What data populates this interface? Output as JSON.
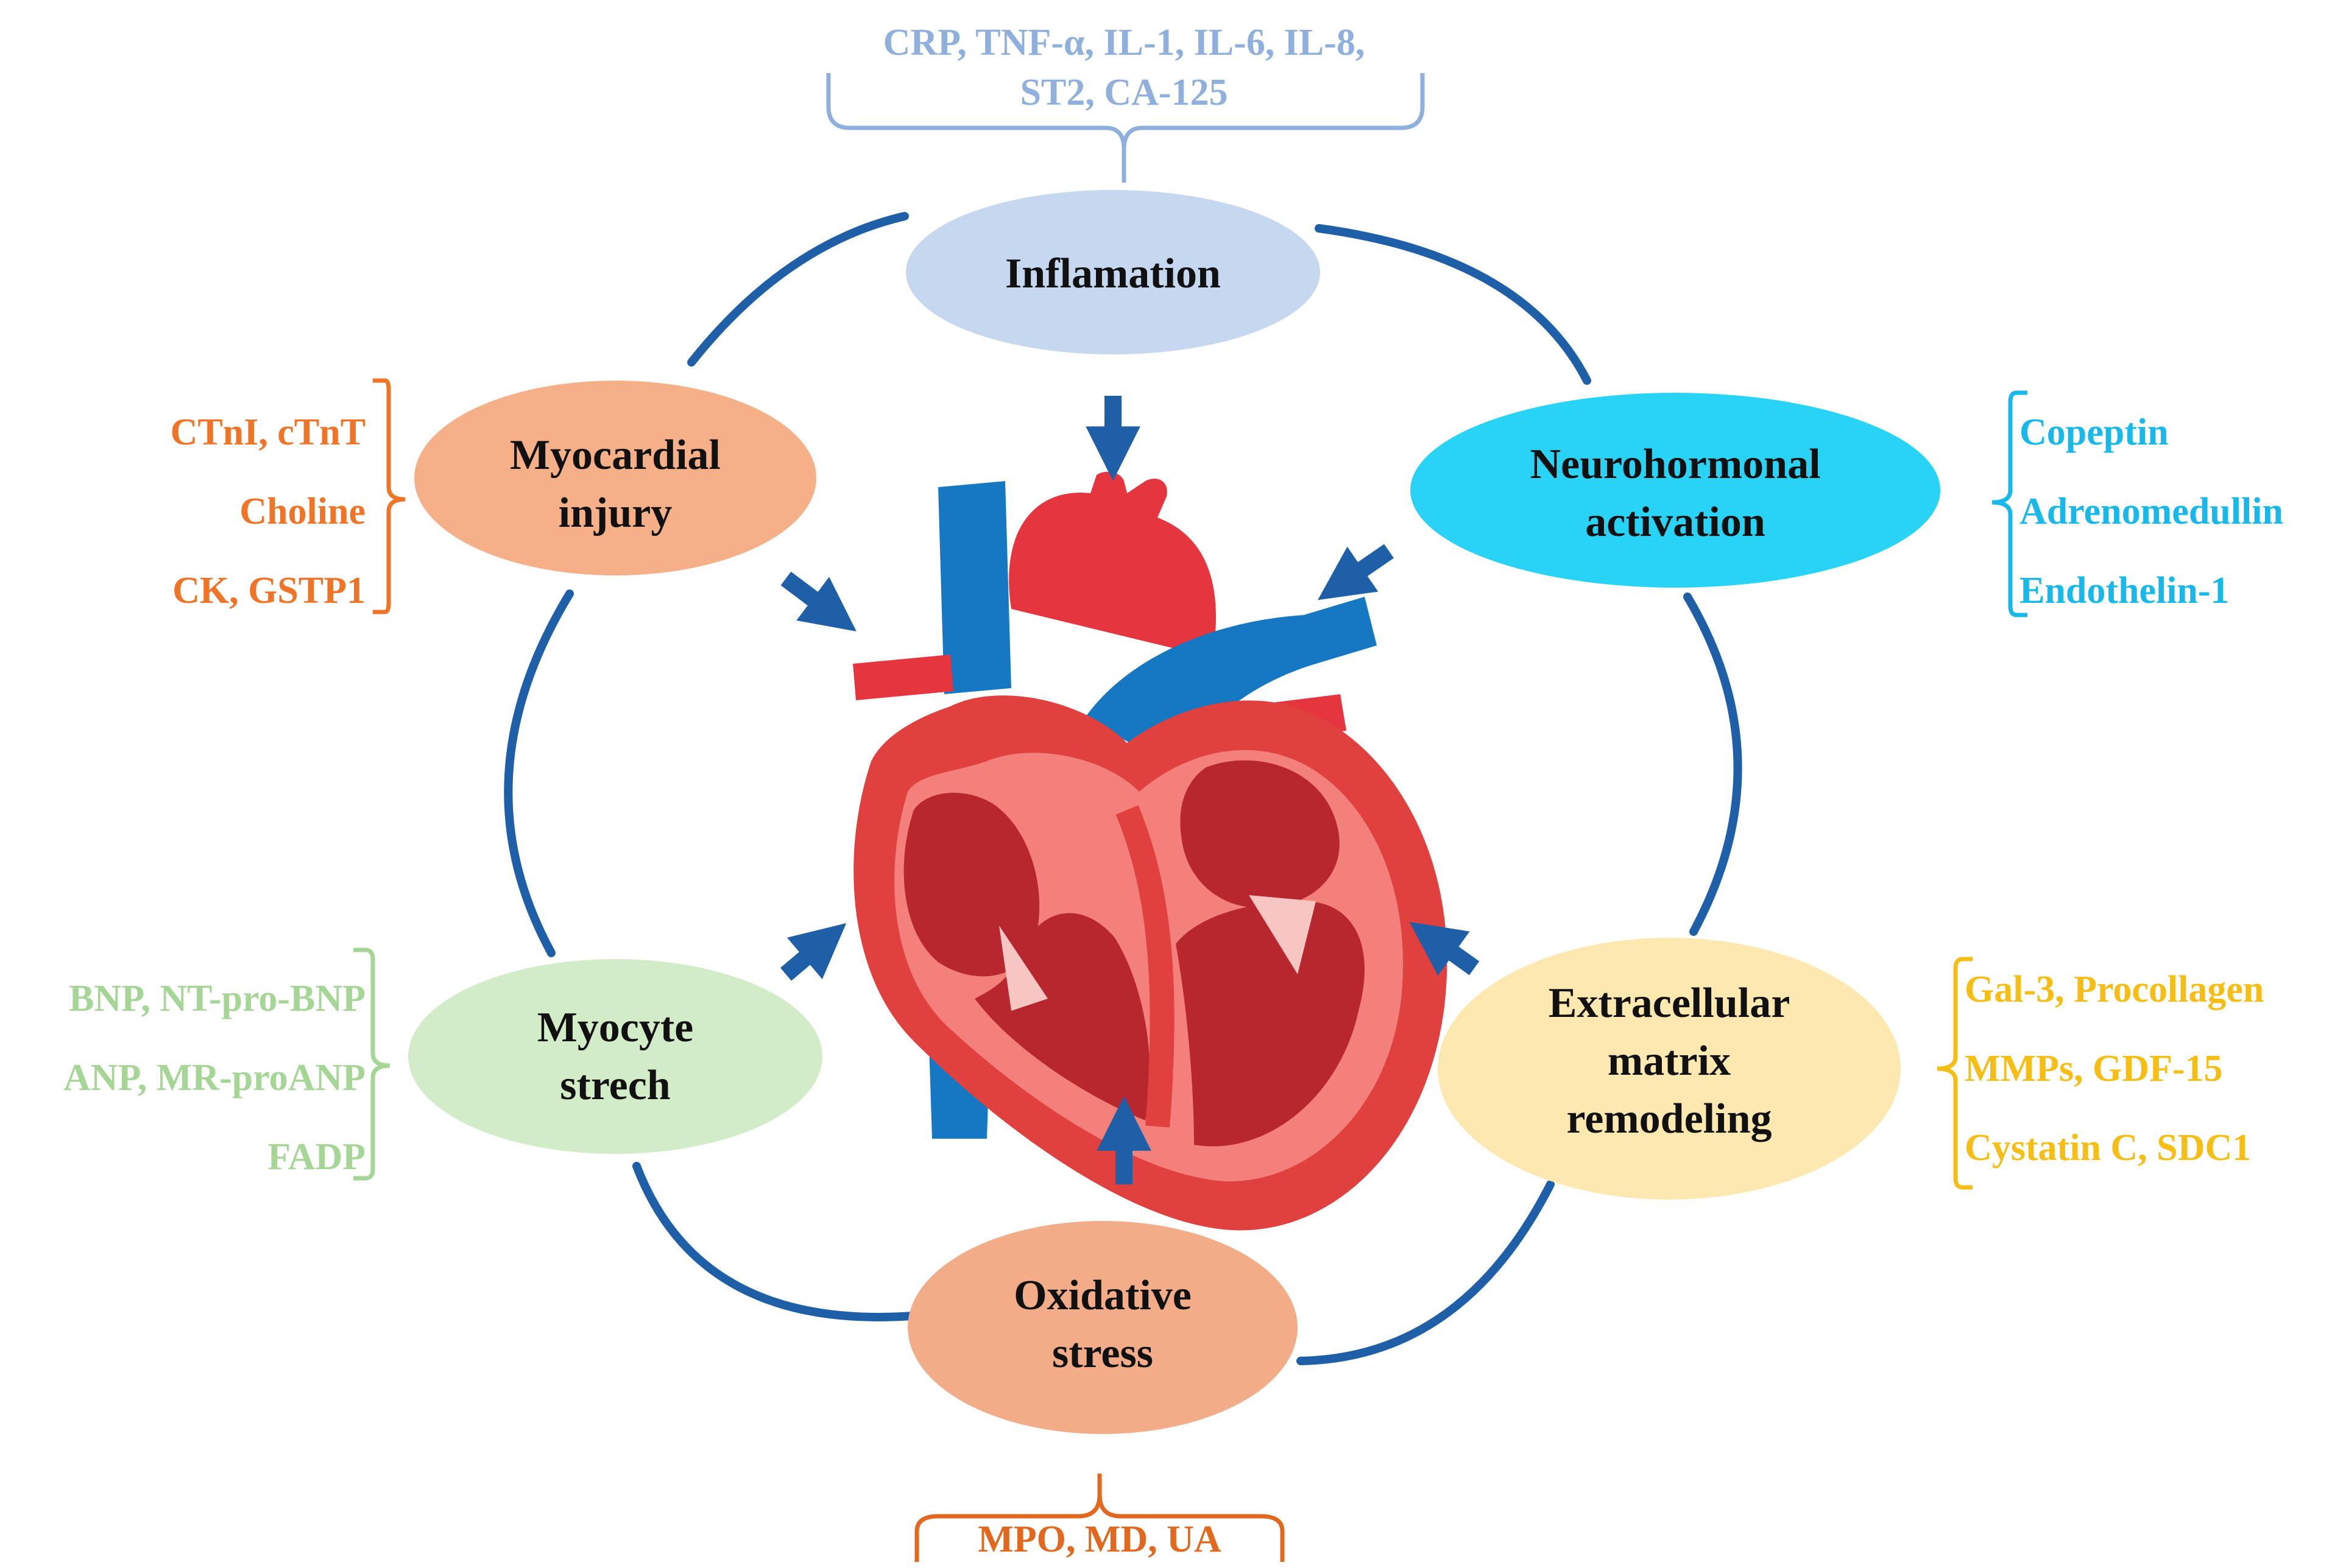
{
  "colors": {
    "cycle": "#1f5fa8",
    "arrow": "#1f5fa8",
    "inflammation": "#c6d7f0",
    "inflammation_text": "#8fb0dd",
    "injury": "#f6b088",
    "injury_text": "#f07427",
    "neuro": "#29d3f5",
    "neuro_text": "#18b8ea",
    "ecm": "#fde9b0",
    "ecm_text": "#f6be15",
    "oxidative": "#f2ad88",
    "oxidative_text": "#e2671f",
    "stretch": "#d2ecc8",
    "stretch_text": "#a6d696"
  },
  "center": {
    "icon": "heart-icon"
  },
  "nodes": {
    "inflammation": {
      "line1": "Inflamation"
    },
    "injury": {
      "line1": "Myocardial",
      "line2": "injury"
    },
    "neuro": {
      "line1": "Neurohormonal",
      "line2": "activation"
    },
    "ecm": {
      "line1": "Extracellular",
      "line2": "matrix",
      "line3": "remodeling"
    },
    "oxidative": {
      "line1": "Oxidative",
      "line2": "stress"
    },
    "stretch": {
      "line1": "Myocyte",
      "line2": "strech"
    }
  },
  "biomarkers": {
    "inflammation": {
      "line1": "CRP, TNF-α, IL-1, IL-6, IL-8,",
      "line2": "ST2, CA-125"
    },
    "injury": [
      "CTnI, cTnT",
      "Choline",
      "CK, GSTP1"
    ],
    "neuro": [
      "Copeptin",
      "Adrenomedullin",
      "Endothelin-1"
    ],
    "ecm": [
      "Gal-3, Procollagen",
      "MMPs, GDF-15",
      "Cystatin C, SDC1"
    ],
    "oxidative": [
      "MPO, MD, UA"
    ],
    "stretch": [
      "BNP, NT-pro-BNP",
      "ANP, MR-proANP",
      "FADP"
    ]
  }
}
